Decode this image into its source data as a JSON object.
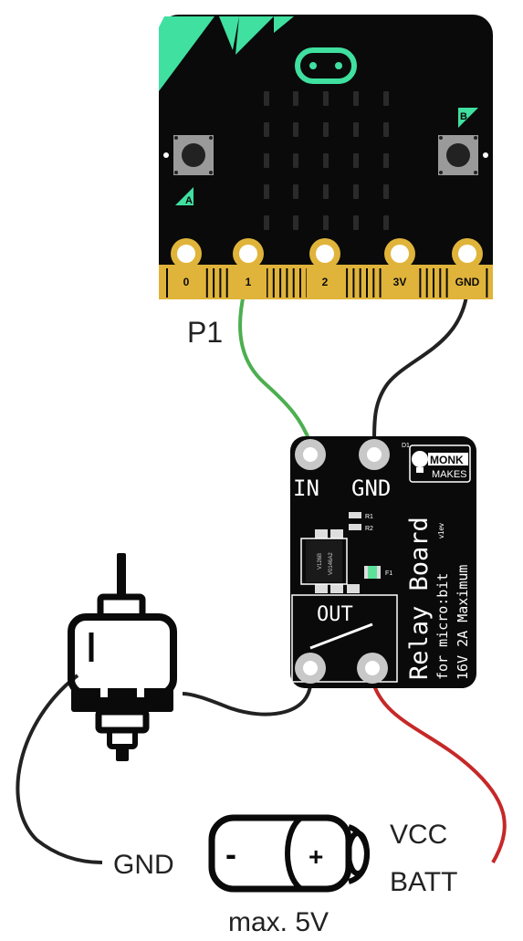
{
  "microbit": {
    "pins": [
      "0",
      "1",
      "2",
      "3V",
      "GND"
    ],
    "button_a": "A",
    "button_b": "B"
  },
  "labels": {
    "p1": "P1",
    "gnd": "GND",
    "vcc": "VCC",
    "batt": "BATT",
    "max_voltage": "max. 5V"
  },
  "relay_board": {
    "in_label": "IN",
    "gnd_label": "GND",
    "out_label": "OUT",
    "title": "Relay Board",
    "subtitle": "for micro:bit",
    "rating": "16V 2A Maximum",
    "version": "v1ev",
    "logo_top": "MONK",
    "logo_bottom": "MAKES",
    "chip_text_1": "V126B",
    "chip_text_2": "V0146A2",
    "r1": "R1",
    "r2": "R2",
    "d1": "D1",
    "f1": "F1"
  },
  "battery": {
    "minus": "-",
    "plus": "+"
  },
  "colors": {
    "microbit_green": "#3fe0a0",
    "board_black": "#0a0a0a",
    "pad_gold": "#e0b43a",
    "wire_green": "#4caf50",
    "wire_red": "#c62828",
    "wire_black": "#222222"
  }
}
